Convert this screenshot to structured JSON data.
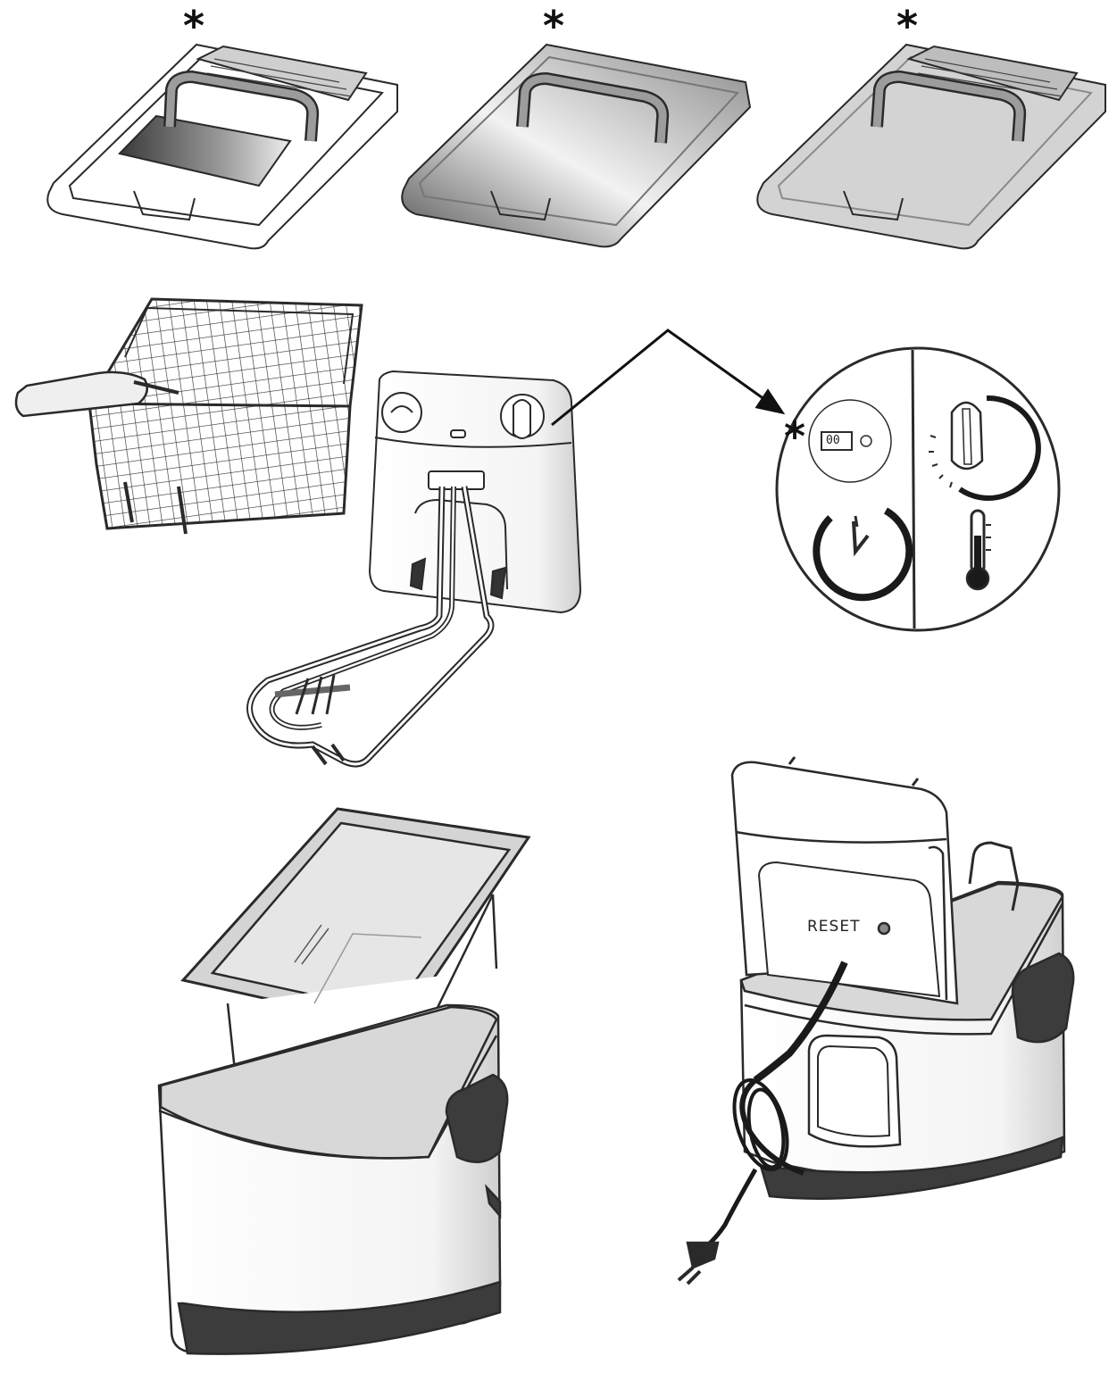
{
  "annotations": {
    "optional_marker": "*"
  },
  "labels": {
    "reset": "RESET",
    "timer_display": "00"
  },
  "parts": [
    {
      "id": "lid-with-window",
      "name": "lid with viewing window and filter"
    },
    {
      "id": "lid-solid",
      "name": "solid lid"
    },
    {
      "id": "lid-with-filter",
      "name": "lid with filter"
    },
    {
      "id": "frying-basket",
      "name": "frying basket with handle"
    },
    {
      "id": "control-unit",
      "name": "control unit with heating element"
    },
    {
      "id": "control-panel-detail",
      "name": "control panel close-up (timer and thermostat)"
    },
    {
      "id": "removable-bowl",
      "name": "removable bowl"
    },
    {
      "id": "fryer-body",
      "name": "fryer body"
    },
    {
      "id": "assembled-fryer-rear",
      "name": "assembled fryer, rear view with reset button and power cord"
    }
  ],
  "colors": {
    "line": "#2a2a2a",
    "light_gray": "#d9d9d9",
    "mid_gray": "#b5b5b5",
    "dark_gray": "#3c3c3c",
    "white": "#ffffff"
  }
}
